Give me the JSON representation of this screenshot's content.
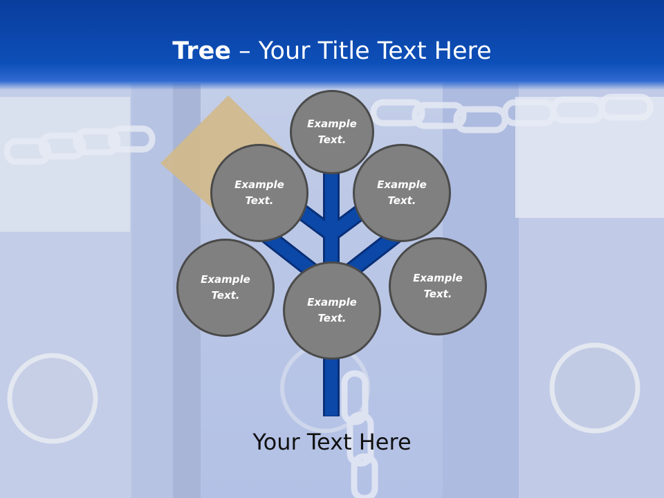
{
  "title": {
    "bold": "Tree",
    "rest": " – Your Title Text Here"
  },
  "nodes": [
    {
      "label": "Example\nText."
    },
    {
      "label": "Example\nText."
    },
    {
      "label": "Example\nText."
    },
    {
      "label": "Example\nText."
    },
    {
      "label": "Example\nText."
    },
    {
      "label": "Example\nText."
    }
  ],
  "caption": "Your Text Here",
  "colors": {
    "header": "#0d4fb8",
    "branch": "#0b48a8",
    "node_fill": "#808080",
    "node_border": "#4a4a4a"
  }
}
